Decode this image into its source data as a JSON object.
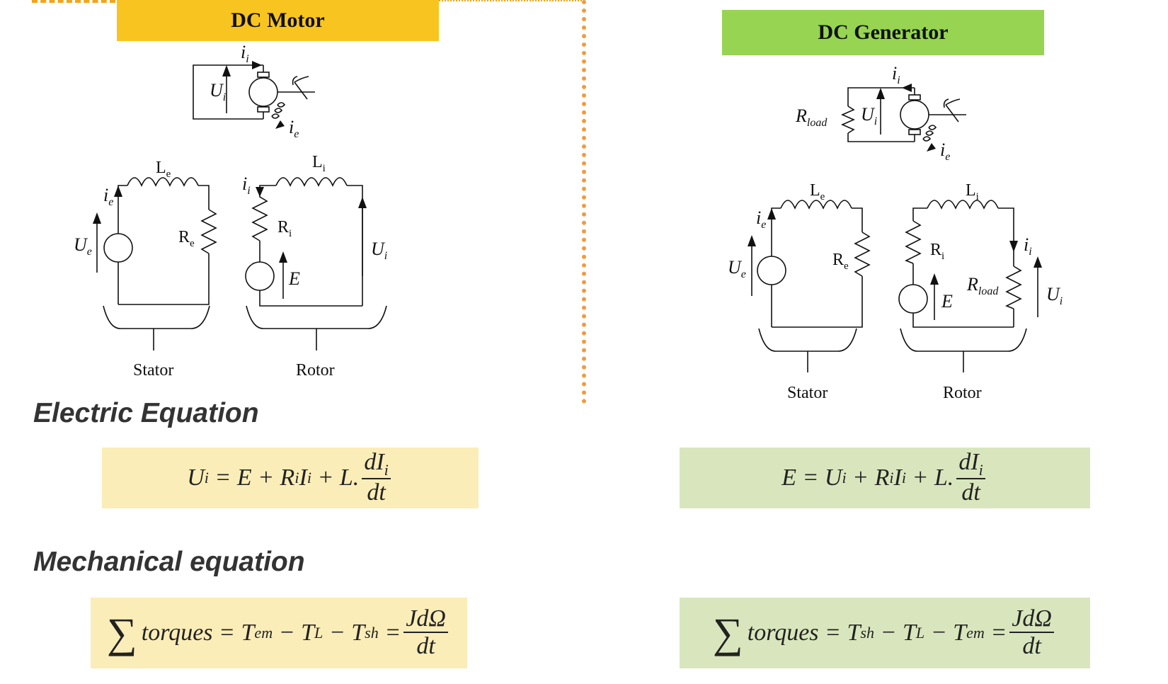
{
  "motor": {
    "title": "DC Motor",
    "labels": {
      "Ui_sym": "i",
      "Ui_top": "U",
      "Ui_top_sub": "i",
      "ie": "i",
      "ie_sub": "e",
      "Le": "L",
      "Le_sub": "e",
      "Li": "L",
      "Li_sub": "i",
      "Ue": "U",
      "Ue_sub": "e",
      "Re": "R",
      "Re_sub": "e",
      "Ri": "R",
      "Ri_sub": "i",
      "E": "E",
      "Ui": "U",
      "Ui_sub": "i",
      "ii": "i",
      "ii_sub": "i"
    },
    "stator_label": "Stator",
    "rotor_label": "Rotor",
    "electric_eq": {
      "lhs": "U",
      "lhs_sub": "i",
      "mid": "= E + R",
      "mid_sub": "i",
      "mid2": "I",
      "mid2_sub": "i",
      "mid3": "+ L.",
      "num": "dI",
      "num_sub": "i",
      "den": "dt"
    },
    "mechanical_eq": {
      "sigma": "∑",
      "text1": "torques = T",
      "sub1": "em",
      "text2": "− T",
      "sub2": "L",
      "text3": "− T",
      "sub3": "sh",
      "text4": "=",
      "num": "JdΩ",
      "den": "dt"
    }
  },
  "generator": {
    "title": "DC Generator",
    "labels": {
      "Rload": "R",
      "Rload_sub": "load",
      "Ui": "U",
      "Ui_sub": "i",
      "ii": "i",
      "ii_sub": "i",
      "ie": "i",
      "ie_sub": "e",
      "Le": "L",
      "Le_sub": "e",
      "Li": "L",
      "Li_sub": "i",
      "Ue": "U",
      "Ue_sub": "e",
      "Re": "R",
      "Re_sub": "e",
      "Ri": "R",
      "Ri_sub": "i",
      "E": "E"
    },
    "stator_label": "Stator",
    "rotor_label": "Rotor",
    "electric_eq": {
      "lhs": "E",
      "mid": "= U",
      "mid_sub": "i",
      "mid2": "+ R",
      "mid2_sub": "i",
      "mid3": "I",
      "mid3_sub": "i",
      "mid4": "+ L.",
      "num": "dI",
      "num_sub": "i",
      "den": "dt"
    },
    "mechanical_eq": {
      "sigma": "∑",
      "text1": "torques = T",
      "sub1": "sh",
      "text2": "− T",
      "sub2": "L",
      "text3": "− T",
      "sub3": "em",
      "text4": "=",
      "num": "JdΩ",
      "den": "dt"
    }
  },
  "headings": {
    "electric": "Electric Equation",
    "mechanical": "Mechanical equation"
  },
  "colors": {
    "motor_banner": "#f8c520",
    "generator_banner": "#96d451",
    "motor_eq_bg": "#fbedb8",
    "generator_eq_bg": "#d9e6bd",
    "divider": "#f39a3c"
  }
}
